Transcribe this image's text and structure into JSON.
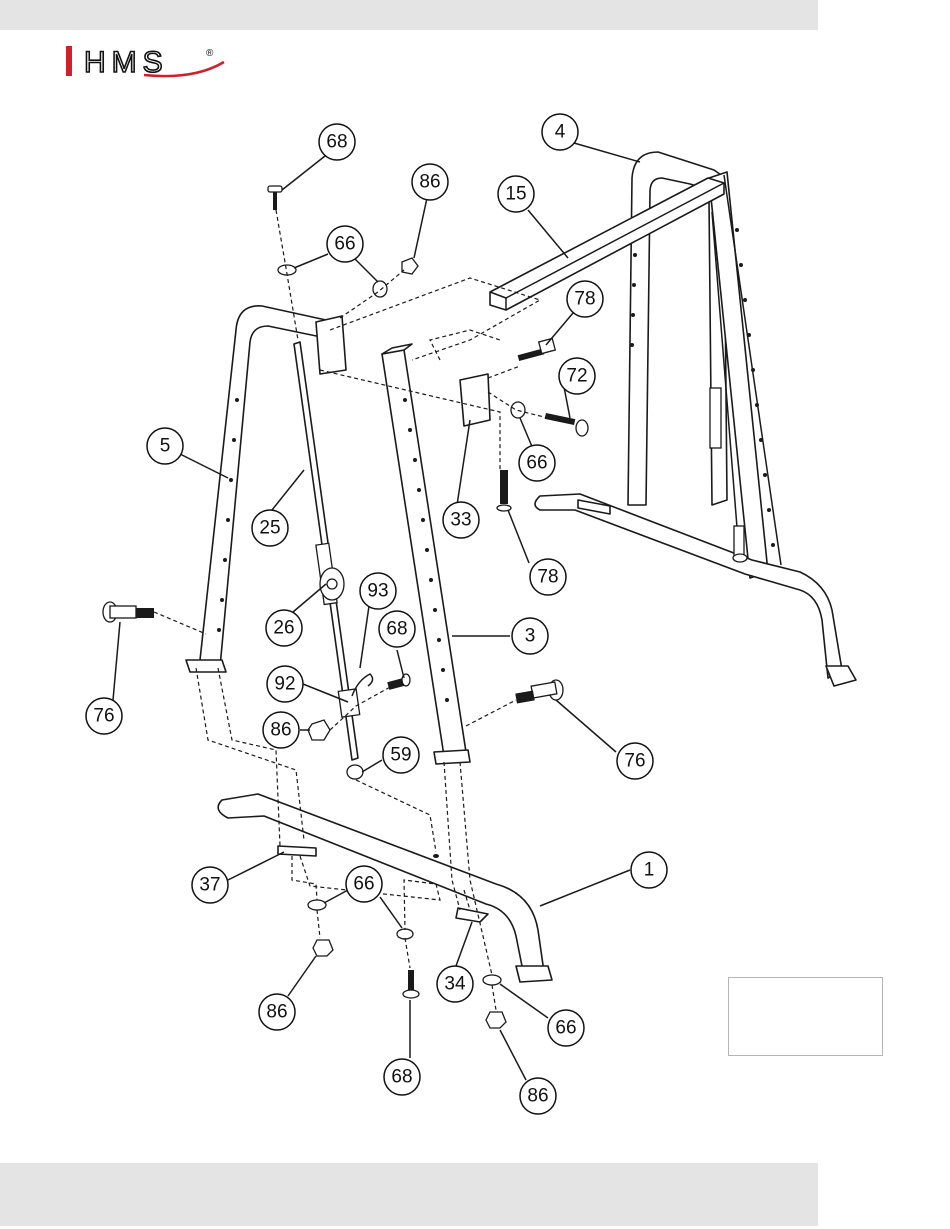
{
  "header": {
    "brand": "HMS",
    "registered_mark": "®",
    "brand_color": "#d0202a"
  },
  "callouts": [
    "68",
    "86",
    "66",
    "4",
    "15",
    "78",
    "72",
    "66",
    "5",
    "25",
    "33",
    "78",
    "26",
    "93",
    "68",
    "3",
    "76",
    "92",
    "86",
    "59",
    "76",
    "1",
    "37",
    "66",
    "66",
    "34",
    "86",
    "68",
    "66",
    "86"
  ],
  "colors": {
    "band": "#e4e4e4",
    "line": "#1a1a1a"
  }
}
